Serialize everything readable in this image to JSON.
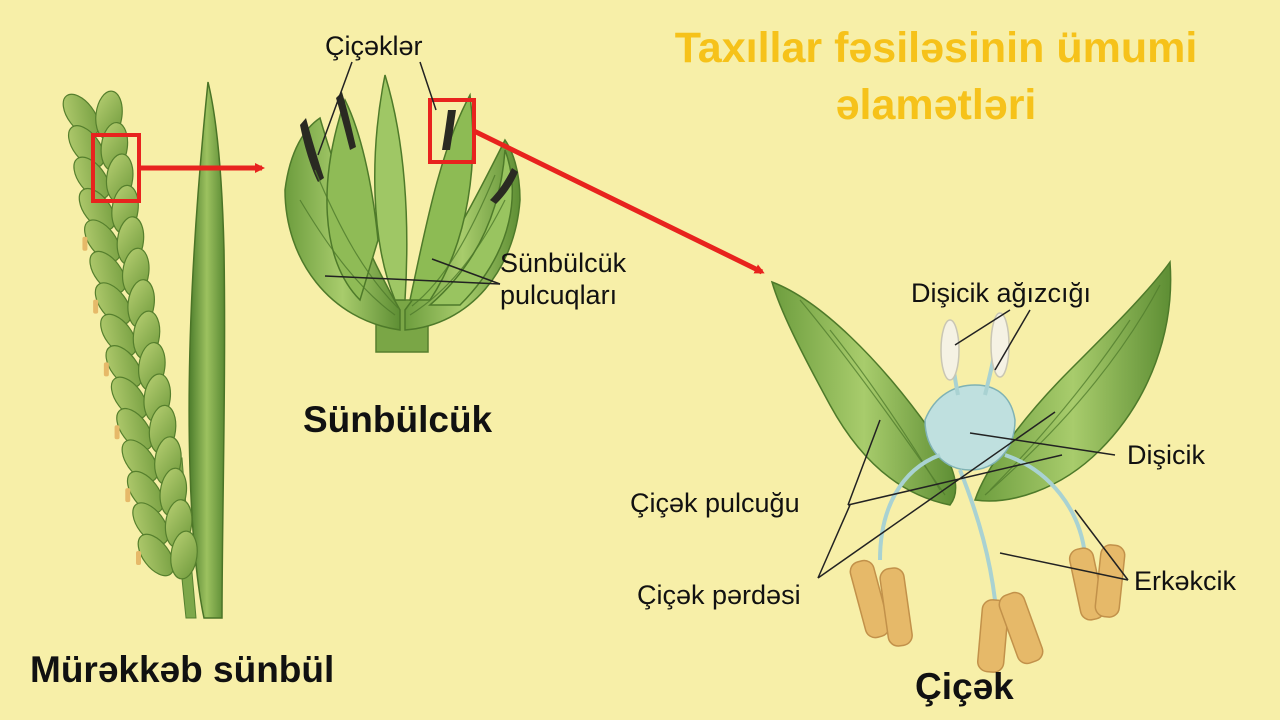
{
  "title": {
    "line1": "Taxıllar fəsiləsinin ümumi",
    "line2": "əlamətləri"
  },
  "labels": {
    "complex_spike": "Mürəkkəb sünbül",
    "spikelet": "Sünbülcük",
    "florets": "Çiçəklər",
    "spikelet_scales_line1": "Sünbülcük",
    "spikelet_scales_line2": "pulcuqları",
    "flower": "Çiçək",
    "stigma": "Dişicik ağızcığı",
    "pistil": "Dişicik",
    "flower_scale": "Çiçək pulcuğu",
    "flower_membrane": "Çiçək pərdəsi",
    "stamen": "Erkəkcik"
  },
  "colors": {
    "background": "#f7efa8",
    "title": "#f6c21a",
    "highlight": "#e8231e",
    "leaf_dark": "#5f8f38",
    "leaf_light": "#a9c86a"
  }
}
